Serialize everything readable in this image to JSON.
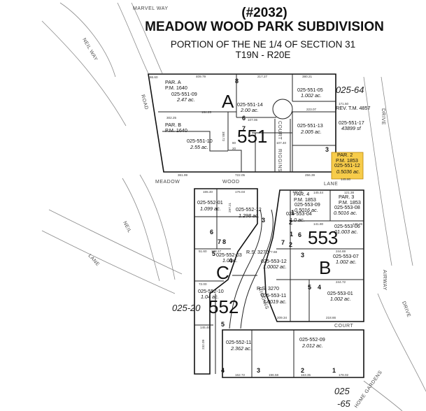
{
  "header": {
    "map_number": "(#2032)",
    "subdivision": "MEADOW WOOD PARK SUBDIVISION",
    "portion": "PORTION OF THE NE 1/4 OF SECTION 31",
    "township": "T19N - R20E"
  },
  "streets": {
    "marvel_way": "MARVEL WAY",
    "neil_way": "NEIL WAY",
    "road": "ROAD",
    "neil": "NEIL",
    "lane_w": "LANE",
    "meadow": "MEADOW",
    "wood": "WOOD",
    "lane_e": "LANE",
    "riggins_n": "RIGGINS",
    "court_n": "COURT",
    "riggins_s": "RIGGINS",
    "court_s": "COURT",
    "drive_top": "DRIVE",
    "airway": "AIRWAY",
    "drive_bottom": "DRIVE",
    "home_gardens": "HOME GARDENS"
  },
  "book_pages": {
    "bp_025_64": "025-64",
    "bp_025_20": "025-20",
    "bp_025": "025",
    "bp_65": "-65"
  },
  "blocks": {
    "A": "A",
    "n551": "551",
    "n553": "553",
    "B": "B",
    "C": "C",
    "n552": "552"
  },
  "parcels": [
    {
      "apn": "025-551-09",
      "area": "2.47 ac."
    },
    {
      "apn": "025-551-14",
      "area": "2.00 ac."
    },
    {
      "apn": "025-551-05",
      "area": "1.002 ac."
    },
    {
      "apn": "025-551-10",
      "area": "2.55 ac."
    },
    {
      "apn": "025-551-13",
      "area": "2.005 ac."
    },
    {
      "apn": "025-551-17",
      "area": "43899 sf"
    },
    {
      "apn": "025-551-12",
      "area": "0.5036 ac."
    },
    {
      "apn": "025-552-01",
      "area": "1.099 ac."
    },
    {
      "apn": "025-552-12",
      "area": "1.298 ac."
    },
    {
      "apn": "025-552-03",
      "area": "1.0 ac."
    },
    {
      "apn": "025-552-10",
      "area": "1.04 ac."
    },
    {
      "apn": "025-552-11",
      "area": "2.362 ac."
    },
    {
      "apn": "025-552-09",
      "area": "2.012 ac."
    },
    {
      "apn": "025-553-04",
      "area": "1.0 ac."
    },
    {
      "apn": "025-553-09",
      "area": "0.5016 ac."
    },
    {
      "apn": "025-553-08",
      "area": "0.5016 ac."
    },
    {
      "apn": "025-553-06",
      "area": "01.003 ac."
    },
    {
      "apn": "025-553-12",
      "area": "1.0002 ac."
    },
    {
      "apn": "025-553-07",
      "area": "1.002 ac."
    },
    {
      "apn": "025-553-11",
      "area": "1.0019 ac."
    },
    {
      "apn": "025-553-01",
      "area": "1.002 ac."
    }
  ],
  "map_refs": {
    "par_a": "PAR. A",
    "pm_1640_a": "P.M. 1640",
    "par_b": "PAR. B",
    "pm_1640_b": "P.M. 1640",
    "rev_tm": "REV. T.M. 4857",
    "par_2": "PAR. 2",
    "pm_1853_2": "P.M. 1853",
    "par_4": "PAR. 4",
    "pm_1853_4": "P.M. 1853",
    "par_3": "PAR. 3",
    "pm_1853_3": "P.M. 1853",
    "rs_3270_a": "R.S. 3270",
    "rs_3270_b": "R.S. 3270"
  },
  "lot_numbers": [
    "8",
    "6",
    "7",
    "3",
    "2",
    "1",
    "6",
    "8",
    "7",
    "5",
    "4",
    "3",
    "1",
    "2",
    "6",
    "3",
    "7",
    "5",
    "4",
    "5",
    "4",
    "3",
    "2",
    "1"
  ],
  "dimensions": [
    "86.60",
    "409.79",
    "217.27",
    "380.21",
    "171.50",
    "302.25",
    "164.25",
    "107.06",
    "223.07",
    "107.40",
    "180.72",
    "80",
    "20",
    "361.99",
    "722.05",
    "256.39",
    "145.80",
    "176.03",
    "165.40",
    "144.70",
    "145.44",
    "121.38",
    "297.21",
    "141.80",
    "148.26",
    "51.60",
    "108.17",
    "177.68",
    "244.69",
    "72.00",
    "244.72",
    "209.34",
    "232.09",
    "218.66",
    "145.46",
    "162.72",
    "196.58",
    "163.35",
    "178.02"
  ],
  "colors": {
    "highlight": "#f7cc4a",
    "line": "#222222",
    "road": "#8a8a8a"
  }
}
